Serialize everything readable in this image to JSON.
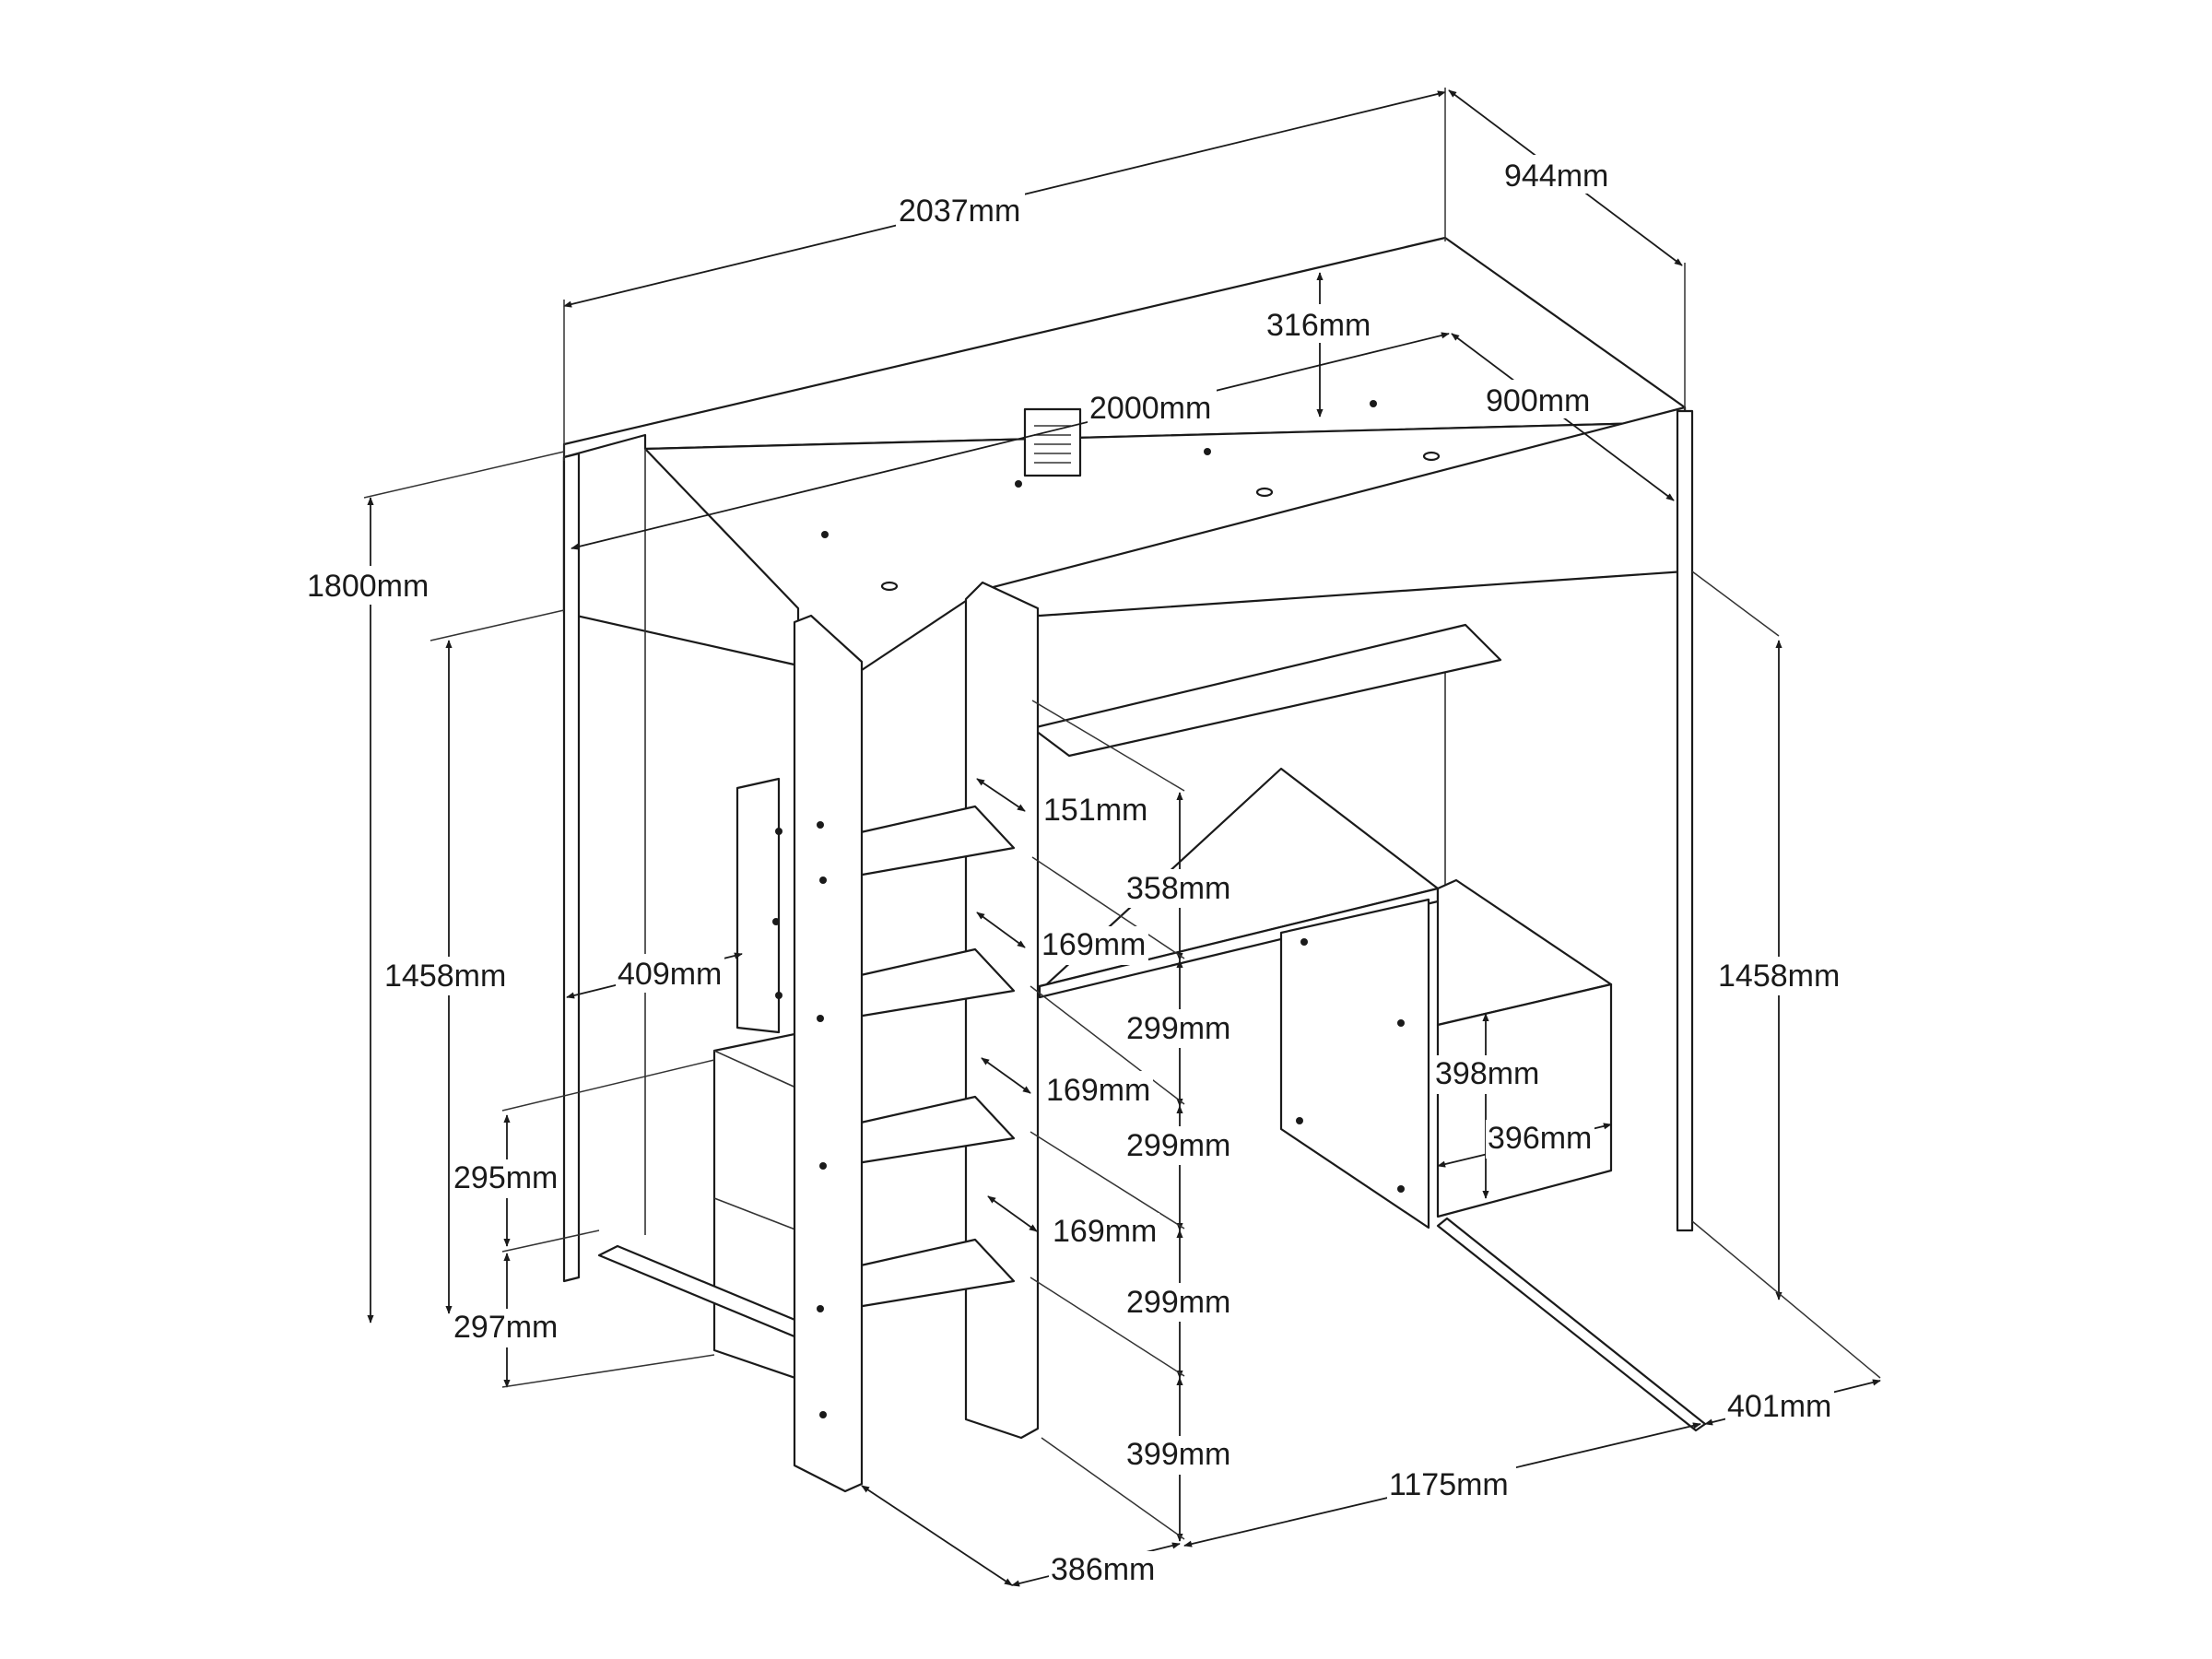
{
  "dimensions": {
    "overall_length": "2037mm",
    "overall_depth": "944mm",
    "guard_rail_height": "316mm",
    "mattress_length": "2000mm",
    "mattress_width": "900mm",
    "overall_height": "1800mm",
    "underbed_height_left": "1458mm",
    "underbed_height_right": "1458mm",
    "side_shelf_depth": "409mm",
    "step_depth_top": "151mm",
    "step_top_rise": "358mm",
    "step_depth_2": "169mm",
    "step_rise_2": "299mm",
    "step_depth_3": "169mm",
    "step_rise_3": "299mm",
    "step_depth_4": "169mm",
    "step_rise_4": "299mm",
    "step_bottom_rise": "399mm",
    "staircase_width": "386mm",
    "desk_length": "1175mm",
    "desk_depth": "401mm",
    "cabinet_height": "398mm",
    "cabinet_width": "396mm",
    "shelf_height_upper": "295mm",
    "shelf_height_lower": "297mm"
  },
  "colors": {
    "line": "#1a1a1a",
    "background": "#ffffff"
  }
}
